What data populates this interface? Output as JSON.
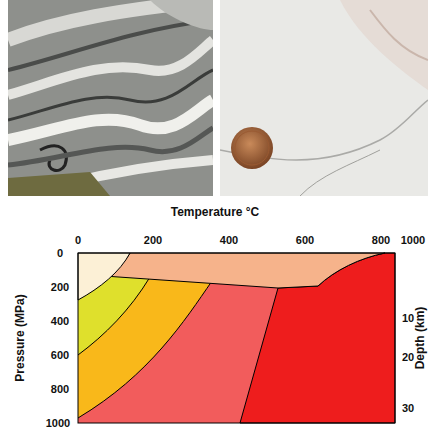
{
  "diagram": {
    "labels": [
      "Temperature °C",
      "0",
      "200",
      "400",
      "600",
      "800",
      "1000",
      "Pressure (MPa)",
      "0",
      "200",
      "400",
      "600",
      "800",
      "1000",
      "Depth (km)",
      "10",
      "20",
      "30"
    ]
  }
}
